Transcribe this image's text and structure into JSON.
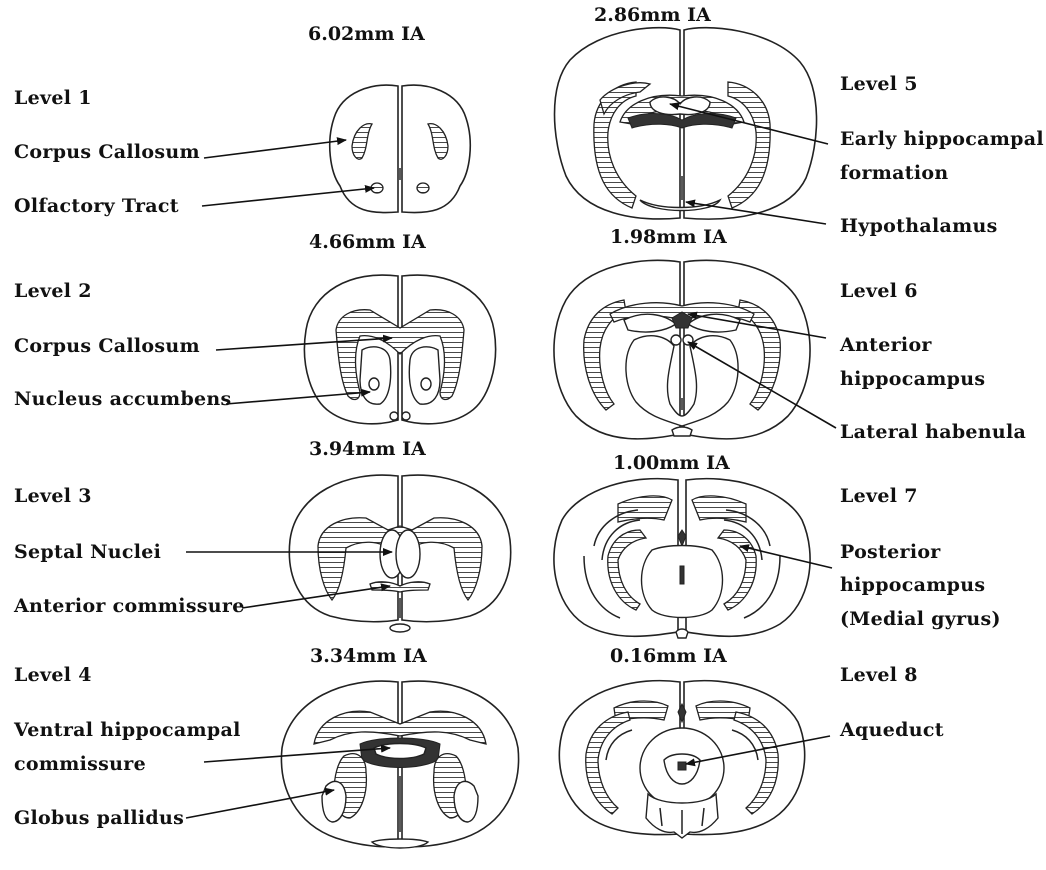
{
  "levels": [
    {
      "depth": "6.02mm IA",
      "level": "Level 1",
      "labels": [
        "Corpus Callosum",
        "Olfactory Tract"
      ]
    },
    {
      "depth": "4.66mm IA",
      "level": "Level 2",
      "labels": [
        "Corpus Callosum",
        "Nucleus accumbens"
      ]
    },
    {
      "depth": "3.94mm IA",
      "level": "Level 3",
      "labels": [
        "Septal Nuclei",
        "Anterior commissure"
      ]
    },
    {
      "depth": "3.34mm IA",
      "level": "Level 4",
      "labels": [
        "Ventral hippocampal",
        "commissure",
        "Globus pallidus"
      ]
    },
    {
      "depth": "2.86mm IA",
      "level": "Level 5",
      "labels": [
        "Early hippocampal",
        "formation",
        "Hypothalamus"
      ]
    },
    {
      "depth": "1.98mm IA",
      "level": "Level 6",
      "labels": [
        "Anterior",
        "hippocampus",
        "Lateral habenula"
      ]
    },
    {
      "depth": "1.00mm IA",
      "level": "Level 7",
      "labels": [
        "Posterior",
        "hippocampus",
        "(Medial gyrus)"
      ]
    },
    {
      "depth": "0.16mm IA",
      "level": "Level 8",
      "labels": [
        "Aqueduct"
      ]
    }
  ]
}
